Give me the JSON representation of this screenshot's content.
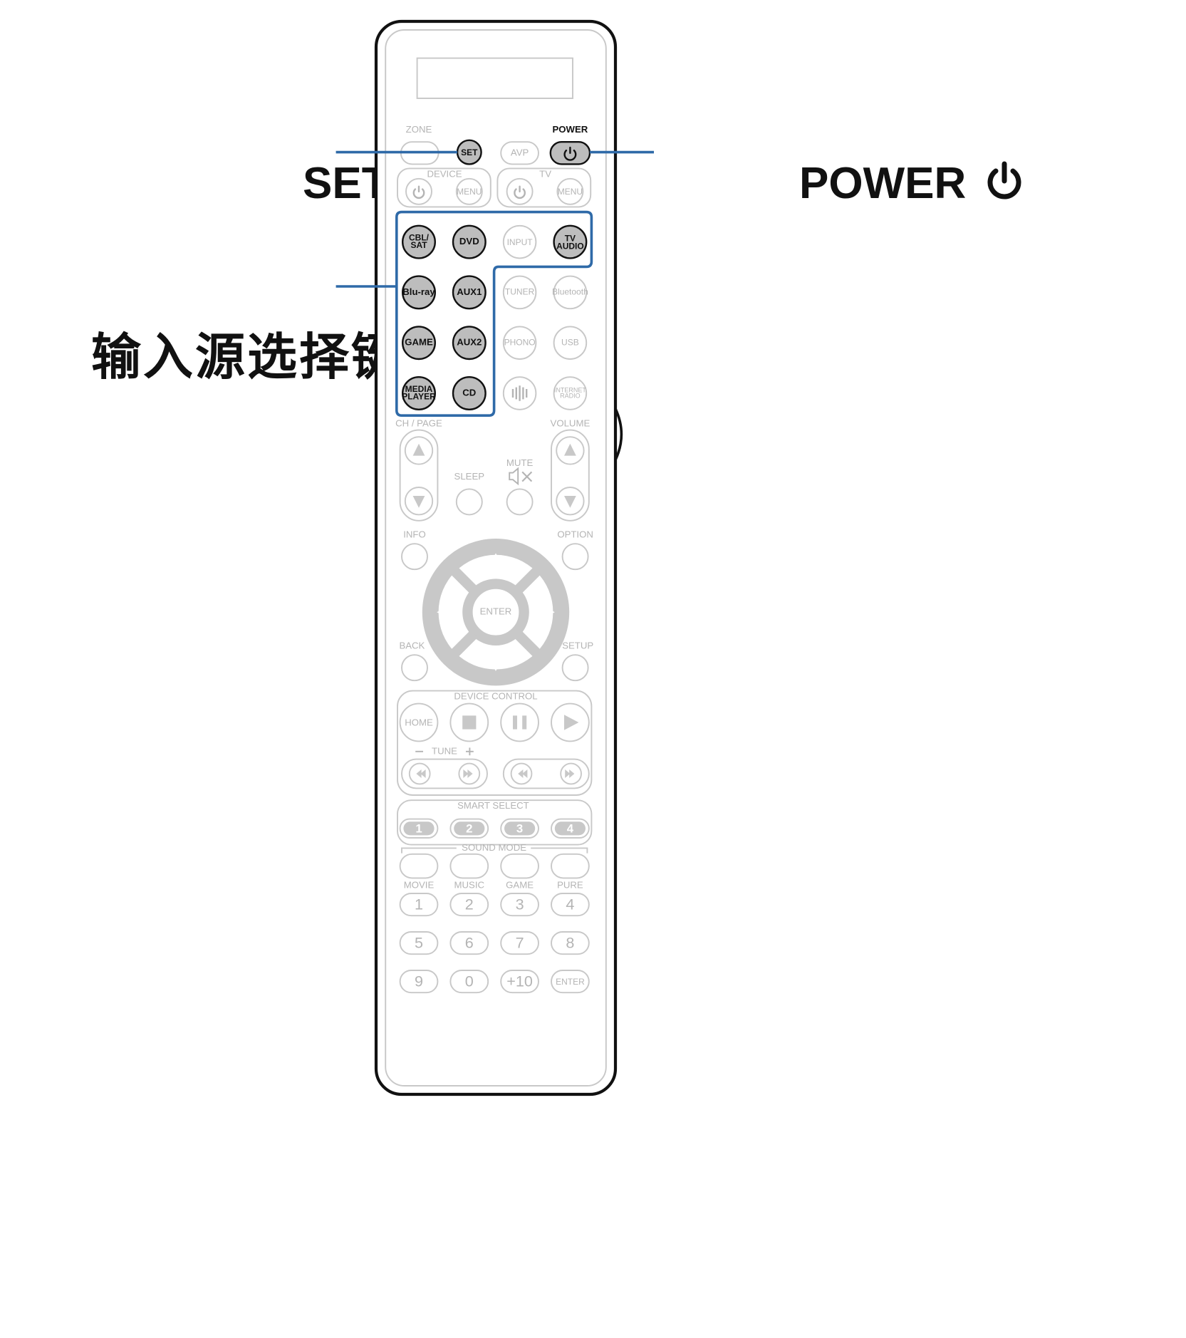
{
  "callouts": {
    "set": "SET",
    "power": "POWER",
    "input_source": "输入源选择键"
  },
  "labels": {
    "zone": "ZONE",
    "power": "POWER",
    "device": "DEVICE",
    "tv": "TV",
    "ch_page": "CH / PAGE",
    "volume": "VOLUME",
    "sleep": "SLEEP",
    "mute": "MUTE",
    "info": "INFO",
    "option": "OPTION",
    "back": "BACK",
    "setup": "SETUP",
    "device_control": "DEVICE CONTROL",
    "tune": "TUNE",
    "smart_select": "SMART SELECT",
    "sound_mode": "SOUND MODE"
  },
  "buttons": {
    "set": "SET",
    "avp": "AVP",
    "menu": "MENU",
    "input": "INPUT",
    "enter": "ENTER",
    "home": "HOME",
    "num_enter": "ENTER"
  },
  "input_sources": [
    [
      "CBL/",
      "SAT"
    ],
    [
      "DVD"
    ],
    [
      "Blu-ray"
    ],
    [
      "AUX1"
    ],
    [
      "GAME"
    ],
    [
      "AUX2"
    ],
    [
      "MEDIA",
      "PLAYER"
    ],
    [
      "CD"
    ]
  ],
  "tv_audio": [
    "TV",
    "AUDIO"
  ],
  "other_sources": [
    [
      "TUNER"
    ],
    [
      "Bluetooth"
    ],
    [
      "PHONO"
    ],
    [
      "USB"
    ],
    [
      ""
    ],
    [
      "INTERNET",
      "RADIO"
    ]
  ],
  "smart_select_numbers": [
    "1",
    "2",
    "3",
    "4"
  ],
  "sound_modes": [
    "MOVIE",
    "MUSIC",
    "GAME",
    "PURE"
  ],
  "number_keys": [
    "1",
    "2",
    "3",
    "4",
    "5",
    "6",
    "7",
    "8",
    "9",
    "0",
    "+10"
  ],
  "colors": {
    "highlight": "#2f6aa8",
    "outline": "#111111",
    "dim": "#c8c8c8",
    "dim_text": "#b4b4b4",
    "active_fill": "#bdbdbd"
  }
}
